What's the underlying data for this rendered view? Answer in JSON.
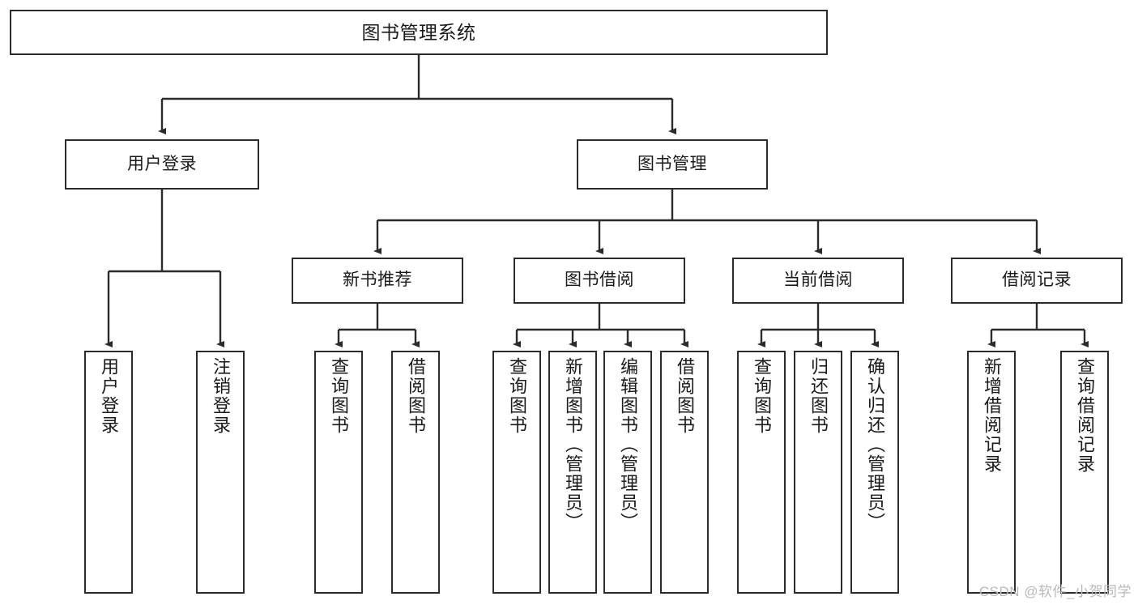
{
  "diagram": {
    "type": "tree",
    "title": "图书管理系统",
    "root": {
      "id": "root",
      "label": "图书管理系统"
    },
    "level2": [
      {
        "id": "user-login",
        "label": "用户登录"
      },
      {
        "id": "book-manage",
        "label": "图书管理"
      }
    ],
    "level3": [
      {
        "id": "new-book-recommend",
        "label": "新书推荐"
      },
      {
        "id": "book-borrow",
        "label": "图书借阅"
      },
      {
        "id": "current-borrow",
        "label": "当前借阅"
      },
      {
        "id": "borrow-record",
        "label": "借阅记录"
      }
    ],
    "leaves": {
      "user_login": [
        {
          "id": "leaf-user-login",
          "label": "用户登录"
        },
        {
          "id": "leaf-logout-login",
          "label": "注销登录"
        }
      ],
      "new_book_recommend": [
        {
          "id": "leaf-query-book-1",
          "label": "查询图书"
        },
        {
          "id": "leaf-borrow-book-1",
          "label": "借阅图书"
        }
      ],
      "book_borrow": [
        {
          "id": "leaf-query-book-2",
          "label": "查询图书"
        },
        {
          "id": "leaf-add-book",
          "label": "新增图书（管理员）"
        },
        {
          "id": "leaf-edit-book",
          "label": "编辑图书（管理员）"
        },
        {
          "id": "leaf-borrow-book-2",
          "label": "借阅图书"
        }
      ],
      "current_borrow": [
        {
          "id": "leaf-query-book-3",
          "label": "查询图书"
        },
        {
          "id": "leaf-return-book",
          "label": "归还图书"
        },
        {
          "id": "leaf-confirm-return",
          "label": "确认归还（管理员）"
        }
      ],
      "borrow_record": [
        {
          "id": "leaf-add-record",
          "label": "新增借阅记录"
        },
        {
          "id": "leaf-query-record",
          "label": "查询借阅记录"
        }
      ]
    },
    "colors": {
      "stroke": "#2b2b2b",
      "fill": "#ffffff",
      "text": "#1a1a1a",
      "watermark": "#b9b9b9"
    }
  },
  "watermark": {
    "text": "CSDN @软件_小贺同学"
  }
}
